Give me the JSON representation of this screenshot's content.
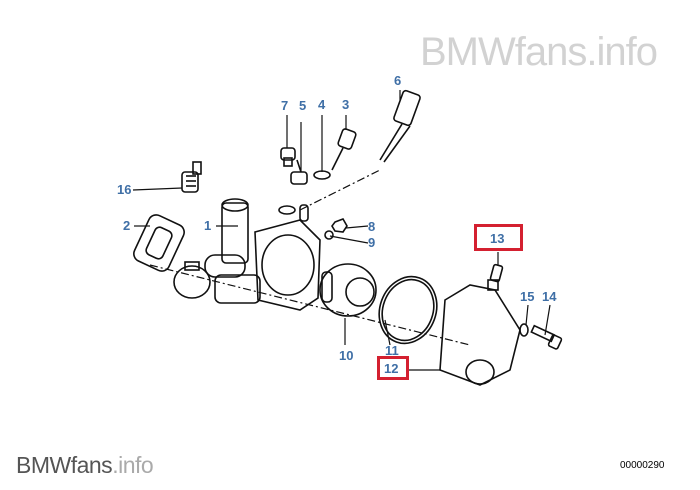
{
  "watermark": {
    "top": "BMWfans.info",
    "bottom_brand": "BMWfans",
    "bottom_suffix": ".info"
  },
  "diagram_code": "00000290",
  "callouts": [
    "1",
    "2",
    "3",
    "4",
    "5",
    "6",
    "7",
    "8",
    "9",
    "10",
    "11",
    "12",
    "13",
    "14",
    "15",
    "16"
  ],
  "highlighted": [
    "12",
    "13"
  ],
  "colors": {
    "label": "#3f6fa6",
    "highlight": "#d42030"
  }
}
